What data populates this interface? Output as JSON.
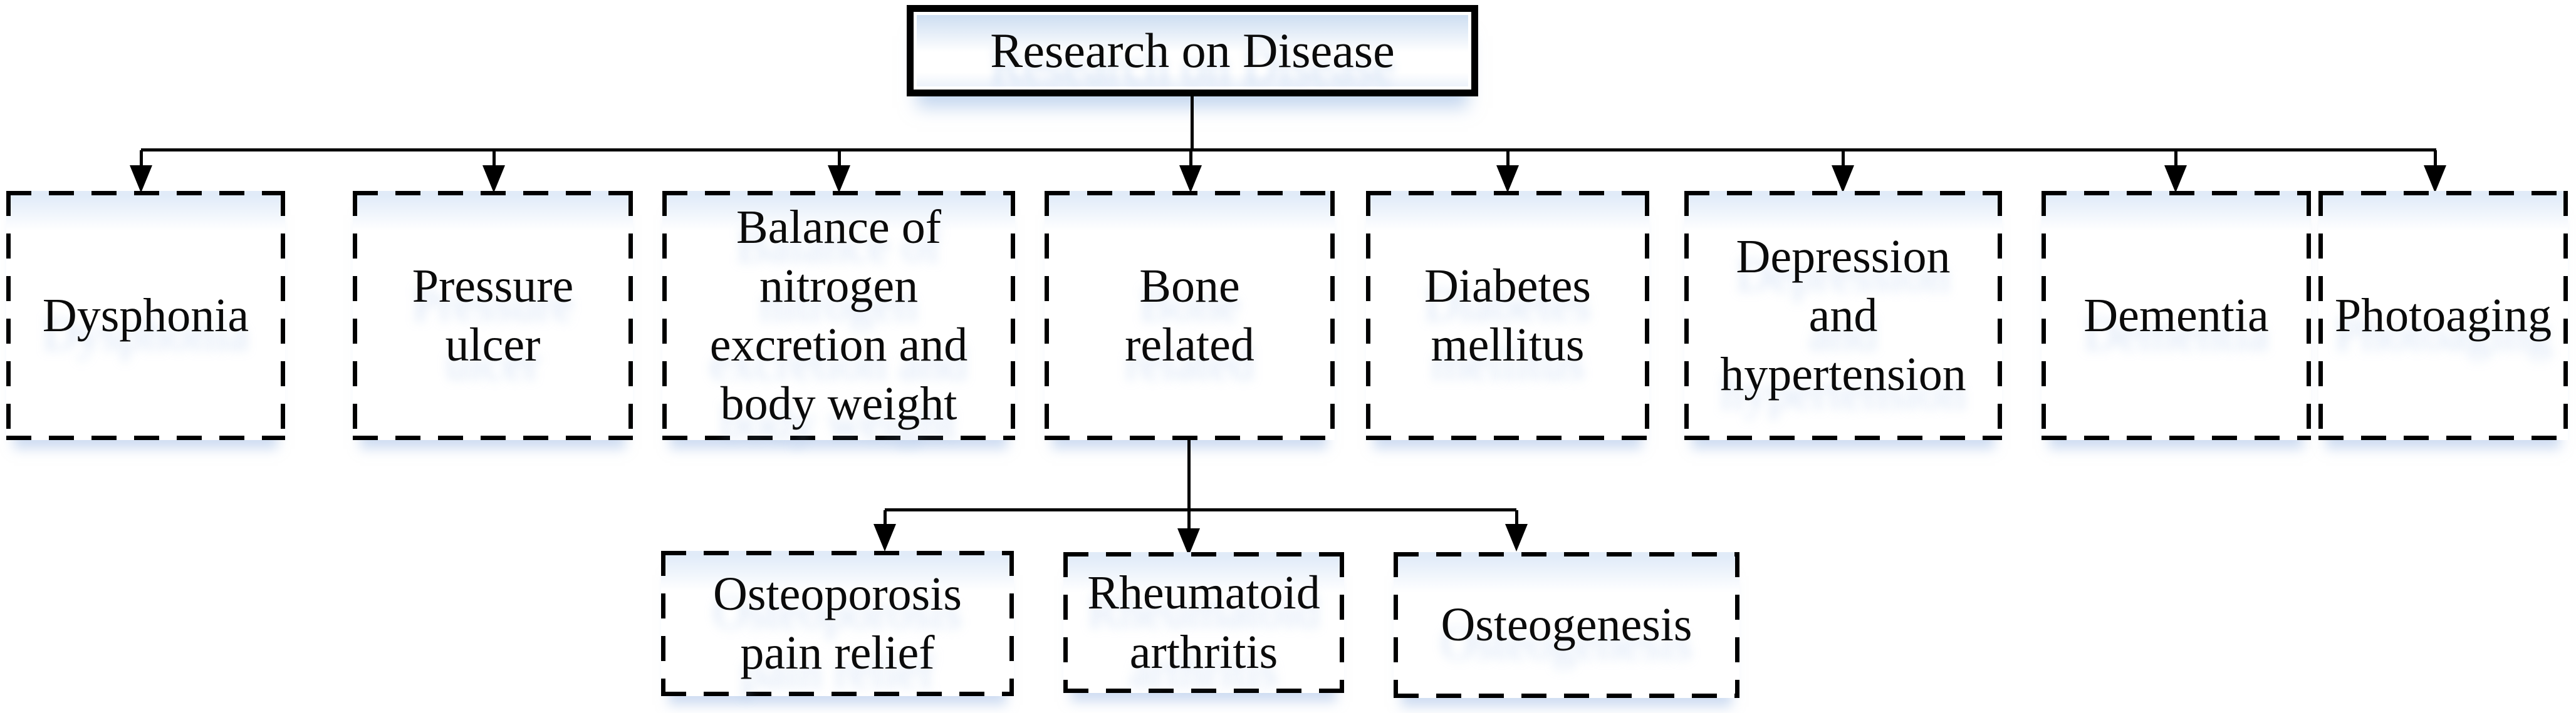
{
  "figure": {
    "root": {
      "label": "Research on Disease"
    },
    "branches": [
      {
        "label": "Dysphonia"
      },
      {
        "label": "Pressure\nulcer"
      },
      {
        "label": "Balance of\nnitrogen\nexcretion and\nbody weight"
      },
      {
        "label": "Bone\nrelated"
      },
      {
        "label": "Diabetes\nmellitus"
      },
      {
        "label": "Depression\nand\nhypertension"
      },
      {
        "label": "Dementia"
      },
      {
        "label": "Photoaging"
      }
    ],
    "bone_related_children": [
      {
        "label": "Osteoporosis\npain relief"
      },
      {
        "label": "Rheumatoid\narthritis"
      },
      {
        "label": "Osteogenesis"
      }
    ],
    "colors": {
      "stroke": "#000000",
      "background": "#ffffff",
      "gloss_tint": "#c9dbf0",
      "reflection_tint": "#a5c1e8"
    }
  }
}
